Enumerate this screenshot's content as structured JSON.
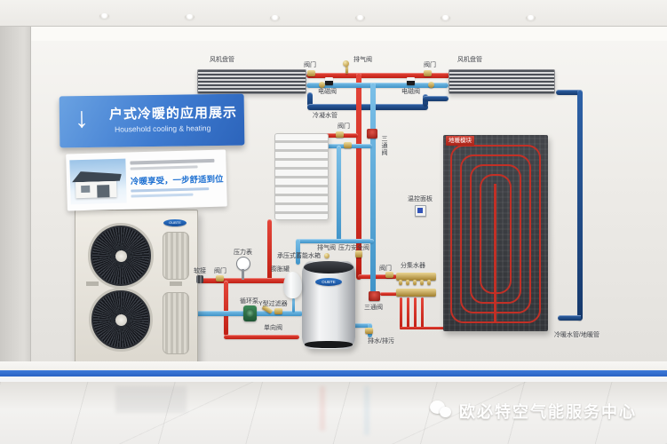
{
  "sign": {
    "title": "户式冷暖的应用展示",
    "subtitle": "Household cooling & heating",
    "arrow_icon": "down-arrow-icon"
  },
  "poster": {
    "headline": "冷暖享受，一步舒适到位"
  },
  "labels": {
    "fan_coil": "风机盘管",
    "valve": "阀门",
    "air_vent": "排气阀",
    "solenoid": "电磁阀",
    "condensate_pipe": "冷凝水管",
    "three_way_valve": "三通阀",
    "thermostat_panel": "温控面板",
    "floor_module": "地暖模块",
    "manifold": "分集水器",
    "pressure_gauge": "压力表",
    "flex_joint": "软接",
    "circulation_pump": "循环泵",
    "y_filter": "Y型过滤器",
    "check_valve": "单向阀",
    "expansion_tank": "膨胀罐",
    "buffer_tank": "承压式蓄能水箱",
    "safety_valve": "压力安全阀",
    "drain": "排水/排污",
    "right_pipe": "冷暖水管/地暖管"
  },
  "brand": {
    "logo": "OUBTE"
  },
  "watermark": {
    "text": "欧必特空气能服务中心",
    "icon": "wechat-icon"
  },
  "colors": {
    "hot_pipe": "#d8281c",
    "cool_pipe": "#59a9dc",
    "condensate_pipe": "#1d4a8c",
    "sign_blue": "#3e7bd0",
    "platform_stripe": "#2e6fd0",
    "floor_coil": "#c23026"
  }
}
